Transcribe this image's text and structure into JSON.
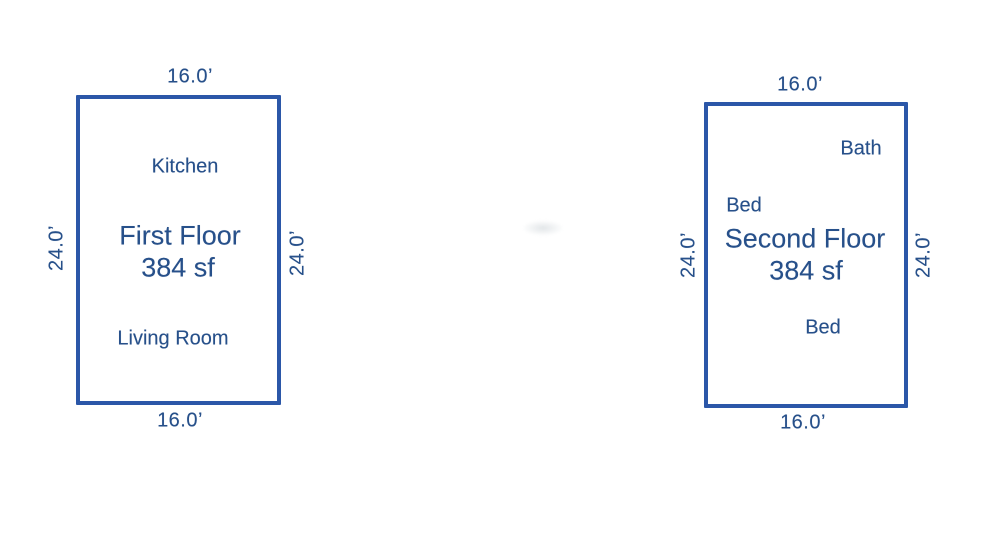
{
  "colors": {
    "line_blue": "#2b57a8",
    "text_blue": "#27508a",
    "background": "#ffffff"
  },
  "floors": [
    {
      "title": "First Floor",
      "area": "384 sf",
      "dim_top": "16.0’",
      "dim_bottom": "16.0’",
      "dim_left": "24.0’",
      "dim_right": "24.0’",
      "rooms": [
        "Kitchen",
        "Living Room"
      ]
    },
    {
      "title": "Second Floor",
      "area": "384 sf",
      "dim_top": "16.0’",
      "dim_bottom": "16.0’",
      "dim_left": "24.0’",
      "dim_right": "24.0’",
      "rooms": [
        "Bath",
        "Bed",
        "Bed"
      ]
    }
  ]
}
